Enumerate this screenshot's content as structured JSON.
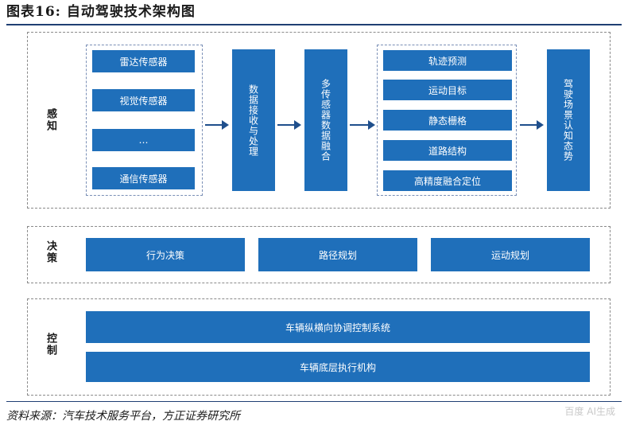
{
  "title": "图表16: 自动驾驶技术架构图",
  "sections": {
    "perception": {
      "label": "感知",
      "sensors": [
        "雷达传感器",
        "视觉传感器",
        "…",
        "通信传感器"
      ],
      "processing": "数据接收与处理",
      "fusion": "多传感器数据融合",
      "outputs": [
        "轨迹预测",
        "运动目标",
        "静态栅格",
        "道路结构",
        "高精度融合定位"
      ],
      "situation": "驾驶场景认知态势"
    },
    "decision": {
      "label": "决策",
      "items": [
        "行为决策",
        "路径规划",
        "运动规划"
      ]
    },
    "control": {
      "label": "控制",
      "items": [
        "车辆纵横向协调控制系统",
        "车辆底层执行机构"
      ]
    }
  },
  "source": "资料来源：汽车技术服务平台，方正证券研究所",
  "watermark": "百度 AI生成"
}
